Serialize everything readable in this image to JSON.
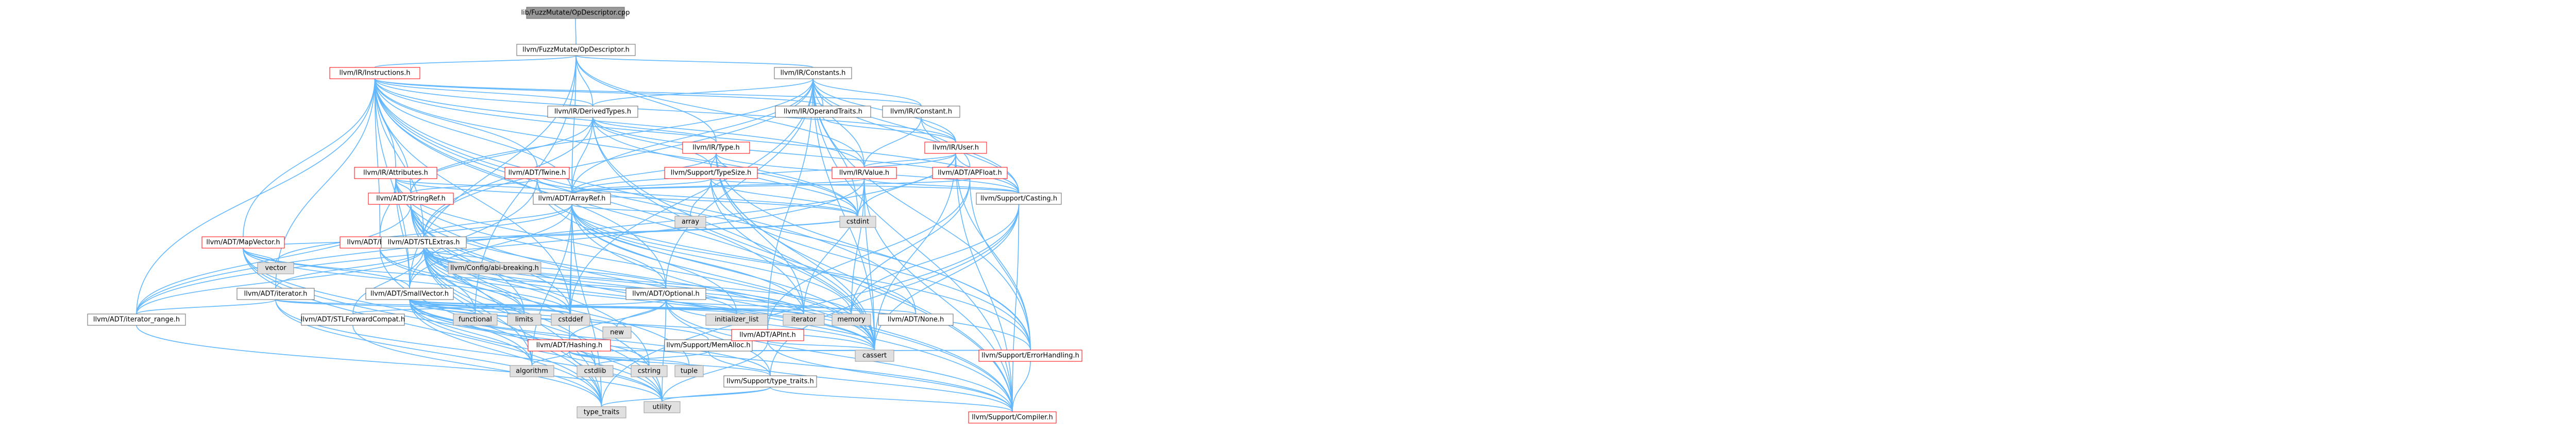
{
  "colors": {
    "edge": "#63b8ff",
    "root_fill": "#999999",
    "local_fill": "#ffffff",
    "local_stroke": "#666666",
    "local_text": "#000000",
    "truncated_stroke": "#ff0000",
    "truncated_text": "#000000",
    "system_fill": "#e0e0e0",
    "system_stroke": "#999999"
  },
  "nodes": [
    {
      "id": "root",
      "label": "lib/FuzzMutate/OpDescriptor.cpp",
      "kind": "root"
    },
    {
      "id": "opdesc",
      "label": "llvm/FuzzMutate/OpDescriptor.h",
      "kind": "local"
    },
    {
      "id": "constants",
      "label": "llvm/IR/Constants.h",
      "kind": "local"
    },
    {
      "id": "instructions",
      "label": "llvm/IR/Instructions.h",
      "kind": "truncated"
    },
    {
      "id": "derivedtypes",
      "label": "llvm/IR/DerivedTypes.h",
      "kind": "local"
    },
    {
      "id": "operandtraits",
      "label": "llvm/IR/OperandTraits.h",
      "kind": "local"
    },
    {
      "id": "constant",
      "label": "llvm/IR/Constant.h",
      "kind": "local"
    },
    {
      "id": "user",
      "label": "llvm/IR/User.h",
      "kind": "truncated"
    },
    {
      "id": "type",
      "label": "llvm/IR/Type.h",
      "kind": "truncated"
    },
    {
      "id": "attributes",
      "label": "llvm/IR/Attributes.h",
      "kind": "truncated"
    },
    {
      "id": "twine",
      "label": "llvm/ADT/Twine.h",
      "kind": "truncated"
    },
    {
      "id": "typesize",
      "label": "llvm/Support/TypeSize.h",
      "kind": "truncated"
    },
    {
      "id": "value",
      "label": "llvm/IR/Value.h",
      "kind": "truncated"
    },
    {
      "id": "apfloat",
      "label": "llvm/ADT/APFloat.h",
      "kind": "truncated"
    },
    {
      "id": "stringref",
      "label": "llvm/ADT/StringRef.h",
      "kind": "truncated"
    },
    {
      "id": "arrayref",
      "label": "llvm/ADT/ArrayRef.h",
      "kind": "local"
    },
    {
      "id": "casting",
      "label": "llvm/Support/Casting.h",
      "kind": "local"
    },
    {
      "id": "mapvector",
      "label": "llvm/ADT/MapVector.h",
      "kind": "truncated"
    },
    {
      "id": "bitmask",
      "label": "llvm/ADT/Bitfields.h",
      "kind": "truncated"
    },
    {
      "id": "stlextras",
      "label": "llvm/ADT/STLExtras.h",
      "kind": "local"
    },
    {
      "id": "array",
      "label": "array",
      "kind": "system"
    },
    {
      "id": "cstdint",
      "label": "cstdint",
      "kind": "system"
    },
    {
      "id": "vector",
      "label": "vector",
      "kind": "system"
    },
    {
      "id": "compilerbrk",
      "label": "llvm/Config/abi-breaking.h",
      "kind": "system"
    },
    {
      "id": "iterator_h",
      "label": "llvm/ADT/iterator.h",
      "kind": "local"
    },
    {
      "id": "smallvector",
      "label": "llvm/ADT/SmallVector.h",
      "kind": "local"
    },
    {
      "id": "optional",
      "label": "llvm/ADT/Optional.h",
      "kind": "local"
    },
    {
      "id": "iterator_range",
      "label": "llvm/ADT/iterator_range.h",
      "kind": "local"
    },
    {
      "id": "stlforward",
      "label": "llvm/ADT/STLForwardCompat.h",
      "kind": "local"
    },
    {
      "id": "functional",
      "label": "functional",
      "kind": "system"
    },
    {
      "id": "limits",
      "label": "limits",
      "kind": "system"
    },
    {
      "id": "cstddef",
      "label": "cstddef",
      "kind": "system"
    },
    {
      "id": "new",
      "label": "new",
      "kind": "system"
    },
    {
      "id": "initializer_list",
      "label": "initializer_list",
      "kind": "system"
    },
    {
      "id": "iterator_sys",
      "label": "iterator",
      "kind": "system"
    },
    {
      "id": "memory",
      "label": "memory",
      "kind": "system"
    },
    {
      "id": "none",
      "label": "llvm/ADT/None.h",
      "kind": "local"
    },
    {
      "id": "hashing",
      "label": "llvm/ADT/Hashing.h",
      "kind": "truncated"
    },
    {
      "id": "memalloc",
      "label": "llvm/Support/MemAlloc.h",
      "kind": "local"
    },
    {
      "id": "apint",
      "label": "llvm/ADT/APInt.h",
      "kind": "truncated"
    },
    {
      "id": "algorithm",
      "label": "algorithm",
      "kind": "system"
    },
    {
      "id": "cstdlib",
      "label": "cstdlib",
      "kind": "system"
    },
    {
      "id": "cstring",
      "label": "cstring",
      "kind": "system"
    },
    {
      "id": "tuple",
      "label": "tuple",
      "kind": "system"
    },
    {
      "id": "suptypetraits",
      "label": "llvm/Support/type_traits.h",
      "kind": "local"
    },
    {
      "id": "cassert",
      "label": "cassert",
      "kind": "system"
    },
    {
      "id": "errorhandling",
      "label": "llvm/Support/ErrorHandling.h",
      "kind": "truncated"
    },
    {
      "id": "type_traits",
      "label": "type_traits",
      "kind": "system"
    },
    {
      "id": "utility",
      "label": "utility",
      "kind": "system"
    },
    {
      "id": "compiler",
      "label": "llvm/Support/Compiler.h",
      "kind": "truncated"
    }
  ],
  "edges": [
    [
      "root",
      "opdesc"
    ],
    [
      "opdesc",
      "constants"
    ],
    [
      "opdesc",
      "instructions"
    ],
    [
      "opdesc",
      "derivedtypes"
    ],
    [
      "opdesc",
      "type"
    ],
    [
      "opdesc",
      "value"
    ],
    [
      "opdesc",
      "arrayref"
    ],
    [
      "opdesc",
      "smallvector"
    ],
    [
      "opdesc",
      "functional"
    ],
    [
      "constants",
      "derivedtypes"
    ],
    [
      "constants",
      "operandtraits"
    ],
    [
      "constants",
      "constant"
    ],
    [
      "constants",
      "user"
    ],
    [
      "constants",
      "value"
    ],
    [
      "constants",
      "apfloat"
    ],
    [
      "constants",
      "apint"
    ],
    [
      "constants",
      "arrayref"
    ],
    [
      "constants",
      "stlextras"
    ],
    [
      "constants",
      "stringref"
    ],
    [
      "constants",
      "optional"
    ],
    [
      "constants",
      "casting"
    ],
    [
      "constants",
      "compiler"
    ],
    [
      "constants",
      "errorhandling"
    ],
    [
      "constants",
      "cassert"
    ],
    [
      "constants",
      "cstddef"
    ],
    [
      "constants",
      "cstdint"
    ],
    [
      "instructions",
      "derivedtypes"
    ],
    [
      "instructions",
      "operandtraits"
    ],
    [
      "instructions",
      "constant"
    ],
    [
      "instructions",
      "user"
    ],
    [
      "instructions",
      "value"
    ],
    [
      "instructions",
      "attributes"
    ],
    [
      "instructions",
      "twine"
    ],
    [
      "instructions",
      "arrayref"
    ],
    [
      "instructions",
      "mapvector"
    ],
    [
      "instructions",
      "bitmask"
    ],
    [
      "instructions",
      "stlextras"
    ],
    [
      "instructions",
      "smallvector"
    ],
    [
      "instructions",
      "stringref"
    ],
    [
      "instructions",
      "iterator_h"
    ],
    [
      "instructions",
      "iterator_range"
    ],
    [
      "instructions",
      "none"
    ],
    [
      "instructions",
      "optional"
    ],
    [
      "instructions",
      "casting"
    ],
    [
      "instructions",
      "errorhandling"
    ],
    [
      "instructions",
      "cassert"
    ],
    [
      "instructions",
      "cstddef"
    ],
    [
      "instructions",
      "cstdint"
    ],
    [
      "instructions",
      "iterator_sys"
    ],
    [
      "derivedtypes",
      "type"
    ],
    [
      "derivedtypes",
      "arrayref"
    ],
    [
      "derivedtypes",
      "stlextras"
    ],
    [
      "derivedtypes",
      "stringref"
    ],
    [
      "derivedtypes",
      "casting"
    ],
    [
      "derivedtypes",
      "compiler"
    ],
    [
      "derivedtypes",
      "typesize"
    ],
    [
      "derivedtypes",
      "cassert"
    ],
    [
      "derivedtypes",
      "cstdint"
    ],
    [
      "operandtraits",
      "user"
    ],
    [
      "constant",
      "user"
    ],
    [
      "constant",
      "value"
    ],
    [
      "constant",
      "casting"
    ],
    [
      "user",
      "value"
    ],
    [
      "user",
      "arrayref"
    ],
    [
      "user",
      "iterator_range"
    ],
    [
      "user",
      "casting"
    ],
    [
      "user",
      "compiler"
    ],
    [
      "user",
      "errorhandling"
    ],
    [
      "user",
      "cassert"
    ],
    [
      "user",
      "cstdint"
    ],
    [
      "type",
      "arrayref"
    ],
    [
      "type",
      "casting"
    ],
    [
      "type",
      "compiler"
    ],
    [
      "type",
      "errorhandling"
    ],
    [
      "type",
      "typesize"
    ],
    [
      "type",
      "cassert"
    ],
    [
      "type",
      "cstdint"
    ],
    [
      "type",
      "iterator_sys"
    ],
    [
      "attributes",
      "arrayref"
    ],
    [
      "attributes",
      "stlextras"
    ],
    [
      "attributes",
      "smallvector"
    ],
    [
      "attributes",
      "stringref"
    ],
    [
      "attributes",
      "optional"
    ],
    [
      "attributes",
      "bitmask"
    ],
    [
      "attributes",
      "compiler"
    ],
    [
      "attributes",
      "cassert"
    ],
    [
      "attributes",
      "cstdint"
    ],
    [
      "twine",
      "smallvector"
    ],
    [
      "twine",
      "stringref"
    ],
    [
      "twine",
      "errorhandling"
    ],
    [
      "twine",
      "cassert"
    ],
    [
      "twine",
      "cstdint"
    ],
    [
      "typesize",
      "arrayref"
    ],
    [
      "typesize",
      "casting"
    ],
    [
      "typesize",
      "errorhandling"
    ],
    [
      "typesize",
      "array"
    ],
    [
      "typesize",
      "cassert"
    ],
    [
      "typesize",
      "cstdint"
    ],
    [
      "value",
      "arrayref"
    ],
    [
      "value",
      "casting"
    ],
    [
      "value",
      "compiler"
    ],
    [
      "value",
      "iterator_range"
    ],
    [
      "value",
      "cassert"
    ],
    [
      "value",
      "iterator_sys"
    ],
    [
      "value",
      "memory"
    ],
    [
      "apfloat",
      "apint"
    ],
    [
      "apfloat",
      "arrayref"
    ],
    [
      "apfloat",
      "floatingpoint"
    ],
    [
      "apfloat",
      "errorhandling"
    ],
    [
      "apfloat",
      "memory"
    ],
    [
      "stringref",
      "stlextras"
    ],
    [
      "stringref",
      "iterator_range"
    ],
    [
      "stringref",
      "compiler"
    ],
    [
      "stringref",
      "algorithm"
    ],
    [
      "stringref",
      "cassert"
    ],
    [
      "stringref",
      "cstddef"
    ],
    [
      "stringref",
      "cstring"
    ],
    [
      "stringref",
      "limits"
    ],
    [
      "stringref",
      "type_traits"
    ],
    [
      "stringref",
      "utility"
    ],
    [
      "arrayref",
      "hashing"
    ],
    [
      "arrayref",
      "none"
    ],
    [
      "arrayref",
      "smallvector"
    ],
    [
      "arrayref",
      "stlextras"
    ],
    [
      "arrayref",
      "compiler"
    ],
    [
      "arrayref",
      "algorithm"
    ],
    [
      "arrayref",
      "array"
    ],
    [
      "arrayref",
      "cassert"
    ],
    [
      "arrayref",
      "cstddef"
    ],
    [
      "arrayref",
      "initializer_list"
    ],
    [
      "arrayref",
      "iterator_sys"
    ],
    [
      "arrayref",
      "memory"
    ],
    [
      "arrayref",
      "type_traits"
    ],
    [
      "arrayref",
      "vector"
    ],
    [
      "casting",
      "compiler"
    ],
    [
      "casting",
      "suptypetraits"
    ],
    [
      "casting",
      "cassert"
    ],
    [
      "casting",
      "memory"
    ],
    [
      "casting",
      "type_traits"
    ],
    [
      "mapvector",
      "smallvector"
    ],
    [
      "mapvector",
      "stlextras"
    ],
    [
      "mapvector",
      "cstddef"
    ],
    [
      "mapvector",
      "iterator_sys"
    ],
    [
      "mapvector",
      "type_traits"
    ],
    [
      "mapvector",
      "utility"
    ],
    [
      "mapvector",
      "vector"
    ],
    [
      "mapvector",
      "algorithm"
    ],
    [
      "bitmask",
      "cassert"
    ],
    [
      "bitmask",
      "cstdint"
    ],
    [
      "bitmask",
      "limits"
    ],
    [
      "bitmask",
      "type_traits"
    ],
    [
      "stlextras",
      "compilerbrk"
    ],
    [
      "stlextras",
      "iterator_h"
    ],
    [
      "stlextras",
      "iterator_range"
    ],
    [
      "stlextras",
      "stlforward"
    ],
    [
      "stlextras",
      "optional"
    ],
    [
      "stlextras",
      "errorhandling"
    ],
    [
      "stlextras",
      "algorithm"
    ],
    [
      "stlextras",
      "cassert"
    ],
    [
      "stlextras",
      "cstddef"
    ],
    [
      "stlextras",
      "cstdint"
    ],
    [
      "stlextras",
      "cstdlib"
    ],
    [
      "stlextras",
      "functional"
    ],
    [
      "stlextras",
      "initializer_list"
    ],
    [
      "stlextras",
      "iterator_sys"
    ],
    [
      "stlextras",
      "limits"
    ],
    [
      "stlextras",
      "memory"
    ],
    [
      "stlextras",
      "tuple"
    ],
    [
      "stlextras",
      "type_traits"
    ],
    [
      "stlextras",
      "utility"
    ],
    [
      "iterator_h",
      "iterator_range"
    ],
    [
      "iterator_h",
      "cstddef"
    ],
    [
      "iterator_h",
      "iterator_sys"
    ],
    [
      "iterator_h",
      "type_traits"
    ],
    [
      "iterator_h",
      "utility"
    ],
    [
      "smallvector",
      "compiler"
    ],
    [
      "smallvector",
      "suptypetraits"
    ],
    [
      "smallvector",
      "algorithm"
    ],
    [
      "smallvector",
      "cassert"
    ],
    [
      "smallvector",
      "cstddef"
    ],
    [
      "smallvector",
      "cstdlib"
    ],
    [
      "smallvector",
      "cstring"
    ],
    [
      "smallvector",
      "functional"
    ],
    [
      "smallvector",
      "initializer_list"
    ],
    [
      "smallvector",
      "iterator_sys"
    ],
    [
      "smallvector",
      "limits"
    ],
    [
      "smallvector",
      "memory"
    ],
    [
      "smallvector",
      "new"
    ],
    [
      "smallvector",
      "type_traits"
    ],
    [
      "smallvector",
      "utility"
    ],
    [
      "smallvector",
      "memalloc"
    ],
    [
      "optional",
      "hashing"
    ],
    [
      "optional",
      "none"
    ],
    [
      "optional",
      "stlforward"
    ],
    [
      "optional",
      "compiler"
    ],
    [
      "optional",
      "suptypetraits"
    ],
    [
      "optional",
      "cassert"
    ],
    [
      "optional",
      "new"
    ],
    [
      "optional",
      "utility"
    ],
    [
      "iterator_range",
      "utility"
    ],
    [
      "stlforward",
      "type_traits"
    ],
    [
      "hashing",
      "errorhandling"
    ],
    [
      "hashing",
      "suptypetraits"
    ],
    [
      "hashing",
      "algorithm"
    ],
    [
      "hashing",
      "cassert"
    ],
    [
      "hashing",
      "cstring"
    ],
    [
      "hashing",
      "tuple"
    ],
    [
      "hashing",
      "utility"
    ],
    [
      "memalloc",
      "compiler"
    ],
    [
      "memalloc",
      "errorhandling"
    ],
    [
      "memalloc",
      "cstdlib"
    ],
    [
      "apint",
      "compiler"
    ],
    [
      "apint",
      "cassert"
    ],
    [
      "apint",
      "utility"
    ],
    [
      "suptypetraits",
      "compiler"
    ],
    [
      "suptypetraits",
      "type_traits"
    ],
    [
      "suptypetraits",
      "utility"
    ],
    [
      "errorhandling",
      "compiler"
    ]
  ]
}
